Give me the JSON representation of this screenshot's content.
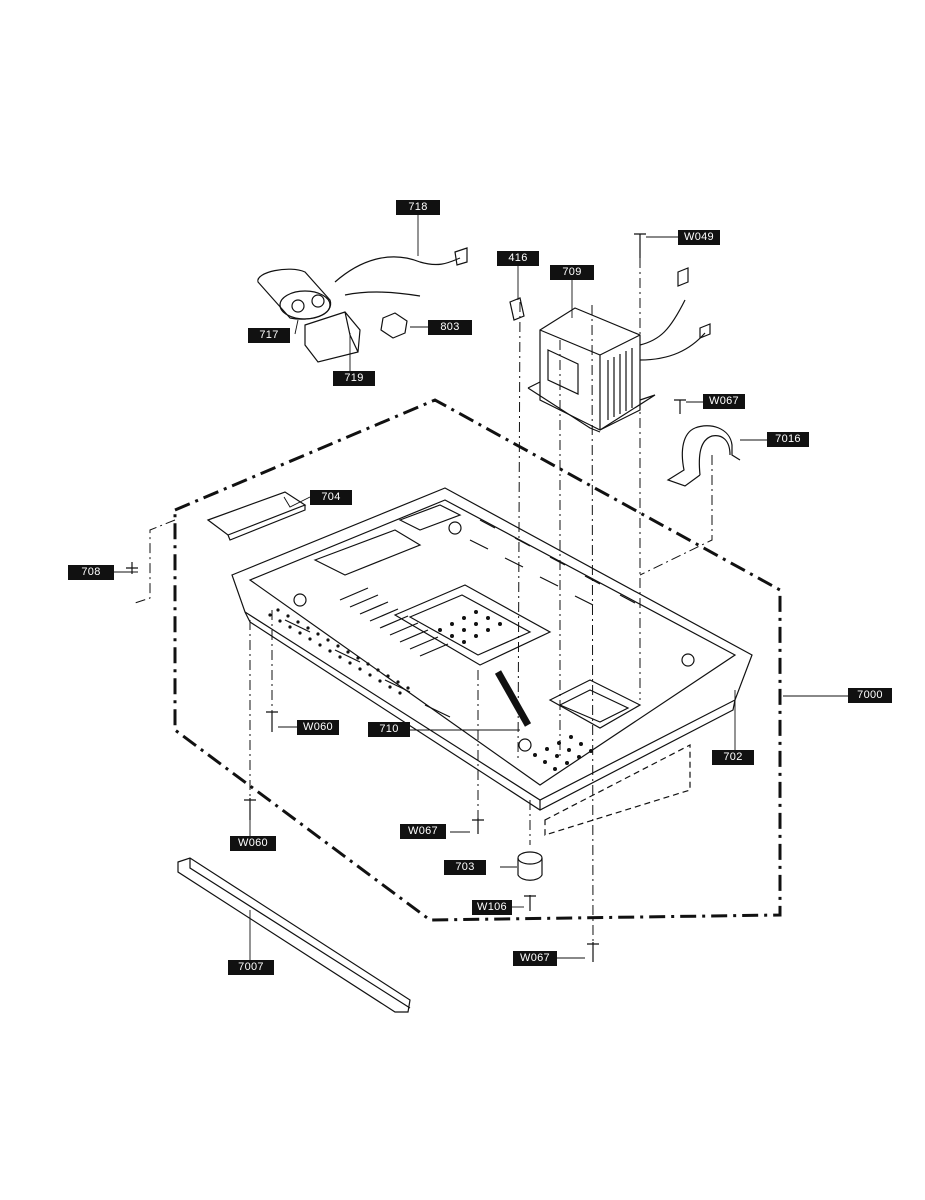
{
  "diagram": {
    "ink_color": "#111111",
    "background": "#ffffff",
    "labels": {
      "p718": "718",
      "w049": "W049",
      "p416": "416",
      "p709": "709",
      "p717": "717",
      "p803": "803",
      "p719": "719",
      "w067_top": "W067",
      "p7016": "7016",
      "p704": "704",
      "p708": "708",
      "w060_mid": "W060",
      "p710": "710",
      "p7000": "7000",
      "p702": "702",
      "w060_low": "W060",
      "w067_mid": "W067",
      "p703": "703",
      "w106": "W106",
      "w067_bot": "W067",
      "p7007": "7007"
    }
  }
}
